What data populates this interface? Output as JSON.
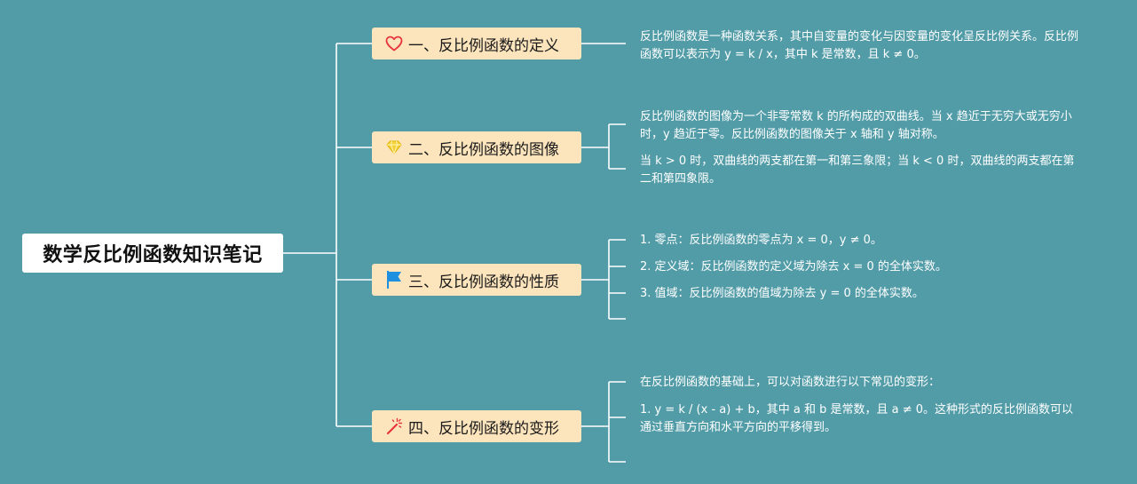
{
  "root": {
    "title": "数学反比例函数知识笔记"
  },
  "branches": [
    {
      "label": "一、反比例函数的定义",
      "icon": "heart-icon",
      "leaves": [
        "反比例函数是一种函数关系，其中自变量的变化与因变量的变化呈反比例关系。反比例函数可以表示为 y = k / x，其中 k 是常数，且 k ≠ 0。"
      ]
    },
    {
      "label": "二、反比例函数的图像",
      "icon": "diamond-icon",
      "leaves": [
        "反比例函数的图像为一个非零常数 k 的所构成的双曲线。当 x 趋近于无穷大或无穷小时，y 趋近于零。反比例函数的图像关于 x 轴和 y 轴对称。",
        "当 k > 0 时，双曲线的两支都在第一和第三象限；当 k < 0 时，双曲线的两支都在第二和第四象限。"
      ]
    },
    {
      "label": "三、反比例函数的性质",
      "icon": "flag-icon",
      "leaves": [
        "1. 零点：反比例函数的零点为 x = 0，y ≠ 0。",
        "2. 定义域：反比例函数的定义域为除去 x = 0 的全体实数。",
        "3. 值域：反比例函数的值域为除去 y = 0 的全体实数。",
        ""
      ]
    },
    {
      "label": "四、反比例函数的变形",
      "icon": "magic-wand-icon",
      "leaves": [
        "在反比例函数的基础上，可以对函数进行以下常见的变形：",
        "1. y = k / (x - a) + b，其中 a 和 b 是常数，且 a ≠ 0。这种形式的反比例函数可以通过垂直方向和水平方向的平移得到。",
        ""
      ]
    }
  ],
  "colors": {
    "background": "#529ca8",
    "branch_fill": "#fce4bc",
    "root_fill": "#ffffff",
    "connector": "#ffffff",
    "heart": "#e8353a",
    "diamond": "#f5d23a",
    "flag": "#1f8fe0",
    "wand": "#e8353a"
  }
}
